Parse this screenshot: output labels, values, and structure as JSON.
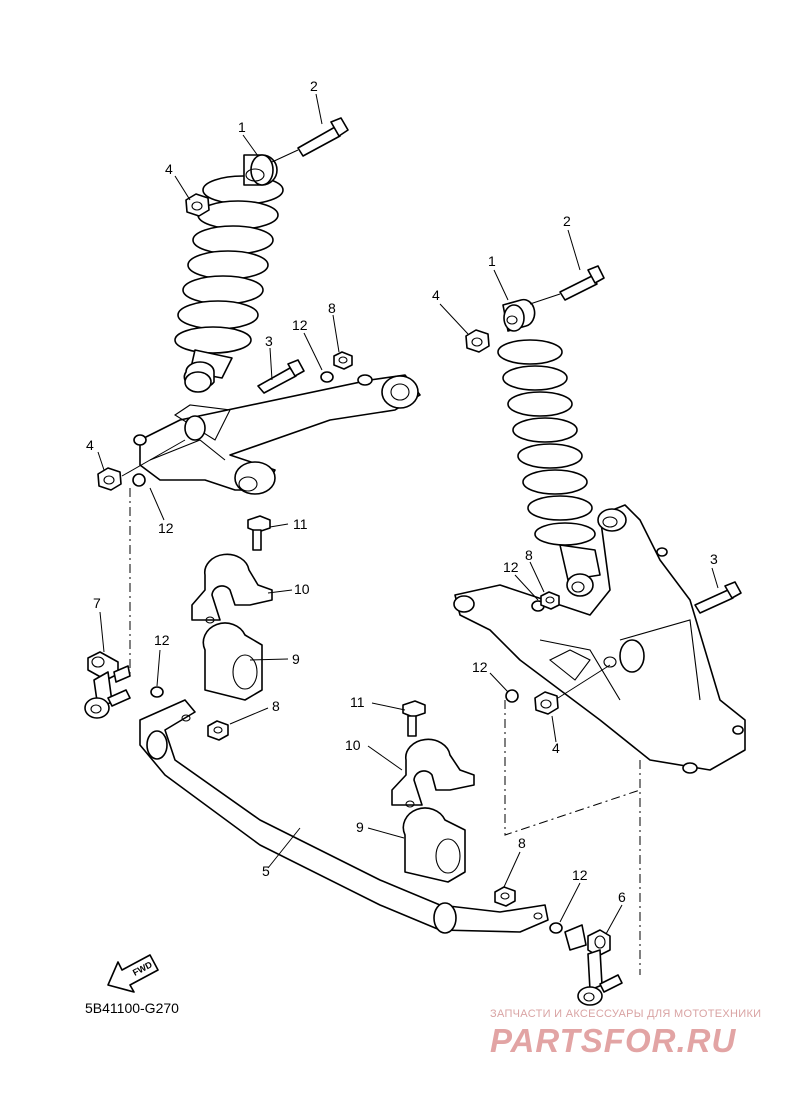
{
  "diagram": {
    "code": "5B41100-G270",
    "fwd_label": "FWD",
    "callouts": {
      "l_1": "1",
      "l_2": "2",
      "l_4a": "4",
      "l_3": "3",
      "l_12a": "12",
      "l_8a": "8",
      "l_4b": "4",
      "l_12b": "12",
      "l_11a": "11",
      "l_10a": "10",
      "l_7": "7",
      "l_12c": "12",
      "l_9a": "9",
      "l_8b": "8",
      "l_5": "5",
      "r_2": "2",
      "r_1": "1",
      "r_4a": "4",
      "r_3": "3",
      "r_12a": "12",
      "r_8a": "8",
      "r_12b": "12",
      "r_4b": "4",
      "r_11": "11",
      "r_10": "10",
      "r_9": "9",
      "r_8b": "8",
      "r_12c": "12",
      "r_6": "6"
    }
  },
  "watermark": {
    "tagline": "ЗАПЧАСТИ И АКСЕССУАРЫ ДЛЯ МОТОТЕХНИКИ",
    "brand": "PARTSFOR.RU"
  }
}
